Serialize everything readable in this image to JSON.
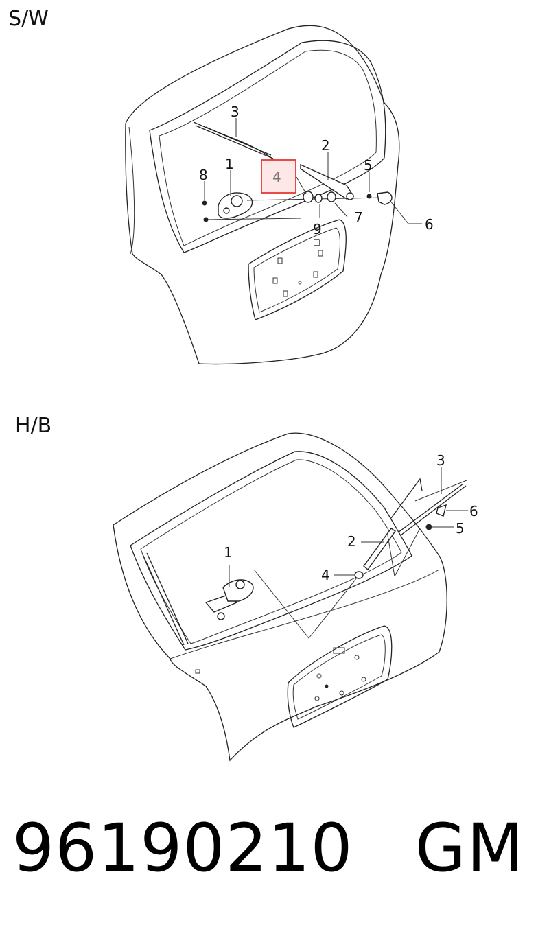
{
  "sections": {
    "sw": {
      "label": "S/W",
      "callouts": {
        "c1": "1",
        "c2": "2",
        "c3": "3",
        "c4": "4",
        "c5": "5",
        "c6": "6",
        "c7": "7",
        "c8": "8",
        "c9": "9"
      },
      "highlight_color": "#e53935"
    },
    "hb": {
      "label": "H/B",
      "callouts": {
        "c1": "1",
        "c2": "2",
        "c3": "3",
        "c4": "4",
        "c5": "5",
        "c6": "6"
      }
    }
  },
  "footer": {
    "part_number": "96190210",
    "brand": "GM"
  }
}
